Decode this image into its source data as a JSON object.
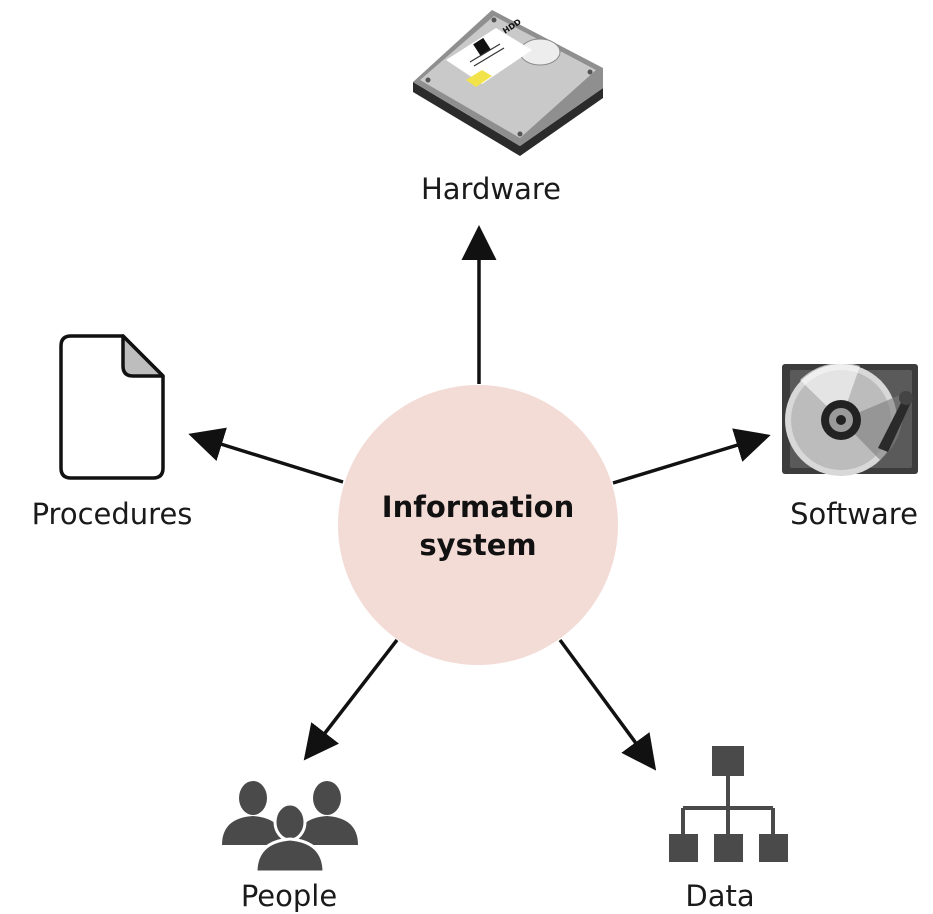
{
  "center": {
    "line1": "Information",
    "line2": "system",
    "fill_color": "#f3dbd6"
  },
  "nodes": {
    "hardware": {
      "label": "Hardware",
      "icon": "hard-drive-icon"
    },
    "software": {
      "label": "Software",
      "icon": "open-disk-drive-icon"
    },
    "procedures": {
      "label": "Procedures",
      "icon": "document-icon"
    },
    "people": {
      "label": "People",
      "icon": "people-group-icon"
    },
    "data": {
      "label": "Data",
      "icon": "hierarchy-tree-icon"
    }
  },
  "hdd_label": {
    "brand": "HDD"
  },
  "colors": {
    "arrow": "#111111",
    "icon_dark": "#4a4a4a",
    "doc_fold": "#bdbdbd",
    "hdd_label_yellow": "#f2e34a"
  }
}
